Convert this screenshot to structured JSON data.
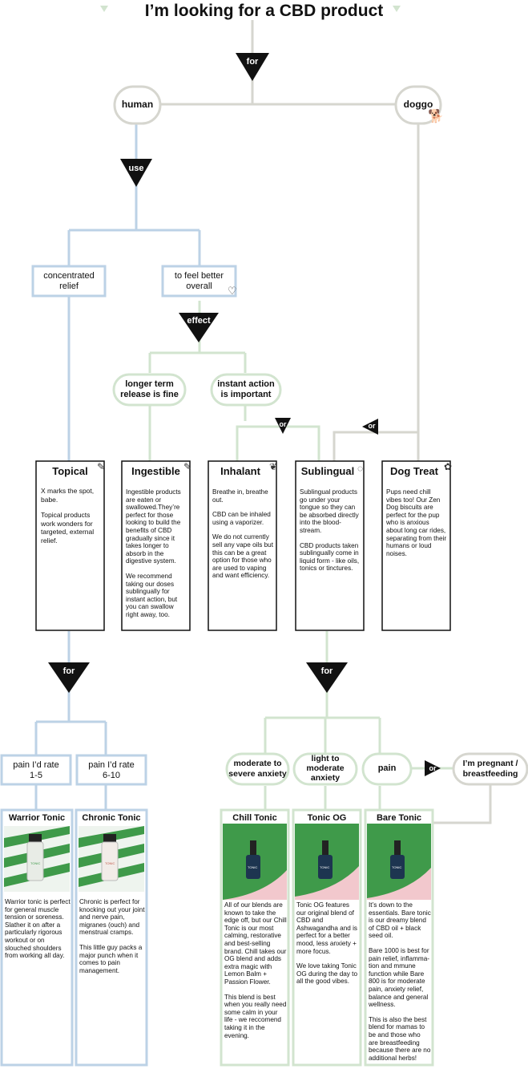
{
  "title": "I’m looking for a CBD product",
  "colors": {
    "grey": "#d6d6cf",
    "blue": "#bcd2e6",
    "green": "#d2e4cf",
    "black": "#111111",
    "pink": "#f2c8cd",
    "leaf": "#3f9a4a"
  },
  "labels": {
    "for_top": "for",
    "use": "use",
    "effect": "effect",
    "or_left": "or",
    "or_right": "or",
    "for_left": "for",
    "for_right": "for",
    "or_products": "or"
  },
  "nodes": {
    "human": "human",
    "doggo": "doggo",
    "concentrated": [
      "concentrated",
      "relief"
    ],
    "feel_better": [
      "to feel better",
      "overall"
    ],
    "longer": [
      "longer term",
      "release is fine"
    ],
    "instant": [
      "instant action",
      "is important"
    ],
    "pain_low": [
      "pain I’d rate",
      "1-5"
    ],
    "pain_high": [
      "pain I’d rate",
      "6-10"
    ],
    "moderate": [
      "moderate to",
      "severe anxiety"
    ],
    "light": [
      "light to",
      "moderate",
      "anxiety"
    ],
    "pain": "pain",
    "pregnant": [
      "I’m pregnant /",
      "breastfeeding"
    ]
  },
  "cards": {
    "topical": {
      "title": "Topical",
      "body": [
        "X marks the spot, babe.",
        "Topical products work wonders for targeted, external relief."
      ]
    },
    "ingestible": {
      "title": "Ingestible",
      "body": [
        "Ingestible products are eaten or swallowed.They’re perfect for those looking to build the benefits of CBD gradually since it takes longer to absorb in the digestive system.",
        "We recommend taking our doses sublingually for instant action, but you can swallow right away, too."
      ]
    },
    "inhalant": {
      "title": "Inhalant",
      "body": [
        "Breathe in, breathe out.",
        "CBD can be  inhaled using a vaporizer.",
        "We do not currently sell any vape oils but this can be a great option for those who are used to vaping and want efficiency."
      ]
    },
    "sublingual": {
      "title": "Sublingual",
      "body": [
        "Sublingual products go under your tongue so they can be absorbed directly into the blood-stream.",
        "CBD products taken sublingually come in liquid form - like oils, tonics or tinctures."
      ]
    },
    "dog_treat": {
      "title": "Dog Treat",
      "body": [
        "Pups need chill vibes too! Our Zen Dog biscuits are perfect for the pup who is anxious about long car rides, separating from their humans or loud noises."
      ]
    }
  },
  "products": {
    "warrior": {
      "title": "Warrior Tonic",
      "body": [
        "Warrior tonic is perfect for general muscle tension or soreness. Slather it on after a particularly rigorous workout or on slouched shoulders from working all day."
      ]
    },
    "chronic": {
      "title": "Chronic Tonic",
      "body": [
        "Chronic is perfect for knocking out your joint and nerve pain, migranes (ouch) and menstrual cramps.",
        "This little guy packs a major punch when it comes to pain management."
      ]
    },
    "chill": {
      "title": "Chill Tonic",
      "body": [
        "All of our blends are known to take the edge off, but our Chill Tonic is our most calming, restorative and best-selling brand. Chill takes our OG blend and adds extra magic with Lemon Balm + Passion Flower.",
        "This blend is best when you really need some calm in your life - we reccomend taking it in the evening."
      ]
    },
    "og": {
      "title": "Tonic OG",
      "body": [
        "Tonic OG features our original blend of CBD and Ashwagandha and is perfect for a better mood, less anxiety + more focus.",
        "We love taking Tonic OG during the day to all the good vibes."
      ]
    },
    "bare": {
      "title": "Bare Tonic",
      "body": [
        "It’s down to the essentials.  Bare tonic is our dreamy blend of CBD oil + black seed oil.",
        "Bare 1000 is best for pain relief, inflamma-tion and mmune function while Bare 800 is for moderate pain, anxiety relief, balance and general wellness.",
        "This is also the best blend for mamas to be and those who are breastfeeding because there are no additional herbs!"
      ]
    }
  },
  "bottle_label": "TONIC",
  "icons": [
    "leaf-icon",
    "dog-icon",
    "heart-icon",
    "pen-icon",
    "feather-icon",
    "drop-icon",
    "paw-icon",
    "triangle-down-icon"
  ]
}
